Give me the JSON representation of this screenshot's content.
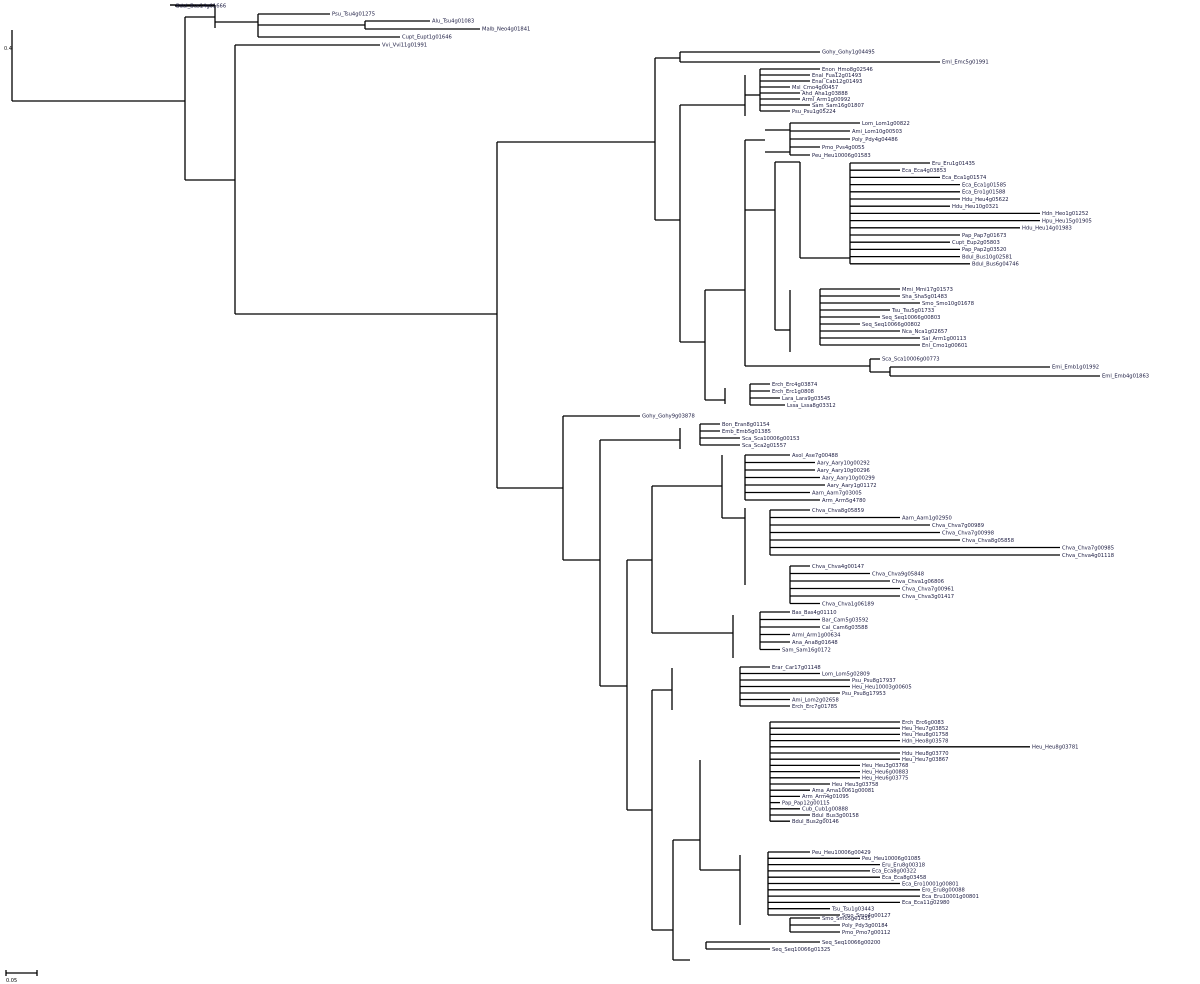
{
  "tree": {
    "scale_bar": {
      "label": "0.05"
    },
    "colors": {
      "branch": "#000000",
      "support": "#b22222",
      "label": "#1a1a40"
    },
    "root_branch_length": "0.4",
    "leaves": {
      "top": [
        "Bdul_Bus14g01666",
        "Psu_Tsu4g01275",
        "Alu_Tsu4g01083",
        "Malb_Neo4g01841",
        "Cupt_Eupt1g01646",
        "Vvi_Vvi11g01991"
      ],
      "clade1": [
        "Gohy_Gohy1g04495",
        "Eml_Emc5g01991",
        "Enon_Hmo8g02546",
        "Enal_Fua12g01493",
        "Enal_Cab12g01493",
        "Msl_Cmo4g00457",
        "Ahd_Aha1g03888",
        "Arml_Arm1g00992",
        "Sam_Sam16g01807",
        "Psu_Psu1g05224",
        "Lom_Lom1g00822",
        "Ami_Lom10g00503",
        "Poly_Pdy4g04486",
        "Pmo_Pvs4g0055",
        "Peu_Heu10006g01583",
        "Eru_Eru1g01435",
        "Eca_Eca4g03853",
        "Eca_Eca1g01574",
        "Eca_Eca1g01585",
        "Eca_Ero1g01588",
        "Hdu_Heu4g05622",
        "Hdu_Heu10g0321",
        "Hdn_Heo1g01252",
        "Hpu_Heu15g01905",
        "Hdu_Heu14g01983",
        "Pap_Pap7g01673",
        "Cupt_Eup2g05803",
        "Pap_Pap2g03520",
        "Bdul_Bus10g02581",
        "Bdul_Bus6g04746",
        "Mmi_Mmi17g01573",
        "Sha_Sha5g01483",
        "Smo_Smo10g01678",
        "Tsu_Tsu5g01733",
        "Seq_Seq10066g00803",
        "Seq_Seq10066g00802",
        "Nca_Nca1g02657",
        "Sal_Arm1g00113",
        "Enl_Cmo1g00601",
        "Sca_Sca10006g00773",
        "Emi_Emb1g01992",
        "Eml_Emb4g01863",
        "Erch_Erc4g03874",
        "Erch_Erc1g0808",
        "Lara_Lara9g03545",
        "Lssa_Lssa8g03312"
      ],
      "clade2": [
        "Gohy_Gohy9g03878",
        "Bon_Eran8g01154",
        "Emb_Emb5g01385",
        "Sca_Sca10006g00153",
        "Sca_Sca2g01557",
        "Asol_Ase7g00488",
        "Aary_Aary10g00292",
        "Aary_Aary10g00296",
        "Aary_Aary10g00299",
        "Aary_Aary1g01172",
        "Aarn_Aarn7g03005",
        "Arm_Arm5g4780",
        "Chva_Chva8g05859",
        "Aarn_Aarn1g02950",
        "Chva_Chva7g00989",
        "Chva_Chva7g00998",
        "Chva_Chva8g05858",
        "Chva_Chva7g00985",
        "Chva_Chva4g01118",
        "Chva_Chva4g00147",
        "Chva_Chva9g05848",
        "Chva_Chva1g06806",
        "Chva_Chva7g00961",
        "Chva_Chva3g01417",
        "Chva_Chva1g06189",
        "Bas_Bas4g01110",
        "Bar_Cam5g03592",
        "Cal_Cam6g03588",
        "Arml_Arm1g00634",
        "Ana_Ana8g01648",
        "Sam_Sam16g0172",
        "Erar_Car17g01148",
        "Lom_Lom5g02809",
        "Psu_Psu8g17937",
        "Heu_Heu10003g00605",
        "Psu_Psu8g17953",
        "Ami_Lom2g02658",
        "Erch_Erc7g01785",
        "Erch_Erc6g0083",
        "Heu_Heu7g03852",
        "Heu_Heu8g01758",
        "Hdn_Heo8g03578",
        "Heu_Heu8g03781",
        "Hdu_Heu8g03770",
        "Heu_Heu7g03867",
        "Heu_Heu3g03768",
        "Heu_Heu6g00883",
        "Heu_Heu6g03775",
        "Heu_Heu3g03758",
        "Ama_Ama10061g00081",
        "Arm_Arm4g01095",
        "Pap_Pap12g00115",
        "Cub_Cub1g00888",
        "Bdul_Bus3g00158",
        "Bdul_Bus2g00146",
        "Peu_Heu10006g00429",
        "Peu_Heu10006g01085",
        "Eru_Eru8g00318",
        "Eca_Eca8g00322",
        "Eca_Eca8g03458",
        "Eca_Ero10001g00801",
        "Ero_Eru8g00088",
        "Eca_Eru10001g00801",
        "Eca_Eca11g02980",
        "Tsu_Tsu1g03443",
        "Smo_Smo4g00127",
        "Smo_Smo5g01435",
        "Poly_Pdy3g00184",
        "Pmo_Pmo7g00112",
        "Seq_Seq10066g00200",
        "Seq_Seq10066g01325"
      ]
    }
  }
}
